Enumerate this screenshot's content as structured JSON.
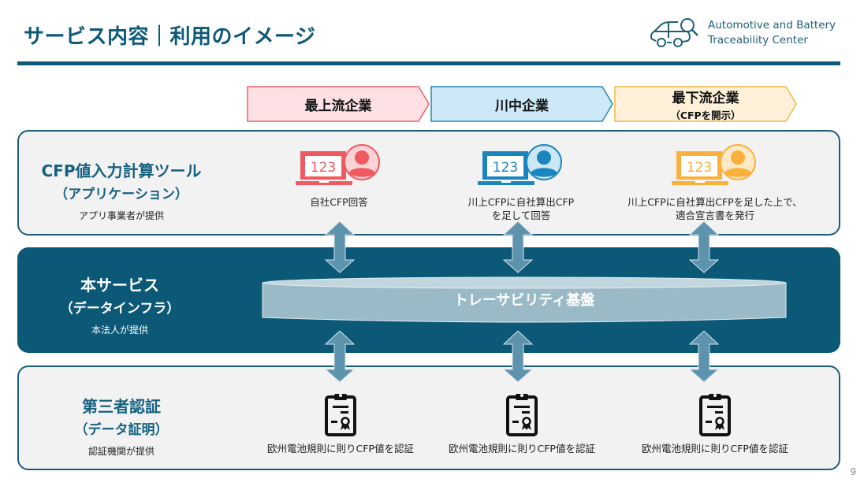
{
  "header": {
    "title": "サービス内容｜利用のイメージ",
    "logo": {
      "icon": "car-magnifier-logo-icon",
      "line1": "Automotive and Battery",
      "line2": "Traceability Center"
    }
  },
  "stages": [
    {
      "label": "最上流企業",
      "sub": "",
      "fill": "#fde0e3",
      "stroke": "#e8606a"
    },
    {
      "label": "川中企業",
      "sub": "",
      "fill": "#cde9f7",
      "stroke": "#2b86b3"
    },
    {
      "label": "最下流企業",
      "sub": "（CFPを開示）",
      "fill": "#fff1d9",
      "stroke": "#f4b942"
    }
  ],
  "rows": {
    "app": {
      "title": "CFP値入力計算ツール",
      "subtitle": "（アプリケーション）",
      "provider": "アプリ事業者が提供",
      "items": [
        {
          "icon": "laptop-user-icon",
          "number": "123",
          "color": "#f0595f",
          "light": "#fbd3d5",
          "text1": "自社CFP回答",
          "text2": ""
        },
        {
          "icon": "laptop-user-icon",
          "number": "123",
          "color": "#1a86bd",
          "light": "#c9e7f5",
          "text1": "川上CFPに自社算出CFP",
          "text2": "を足して回答"
        },
        {
          "icon": "laptop-user-icon",
          "number": "123",
          "color": "#fbb03b",
          "light": "#fde9c6",
          "text1": "川上CFPに自社算出CFPを足した上で、",
          "text2": "適合宣言書を発行"
        }
      ]
    },
    "service": {
      "title": "本サービス",
      "subtitle": "（データインフラ）",
      "provider": "本法人が提供",
      "platform": "トレーサビリティ基盤"
    },
    "cert": {
      "title": "第三者認証",
      "subtitle": "（データ証明）",
      "provider": "認証機関が提供",
      "items": [
        {
          "icon": "certificate-clipboard-icon",
          "text": "欧州電池規則に則りCFP値を認証"
        },
        {
          "icon": "certificate-clipboard-icon",
          "text": "欧州電池規則に則りCFP値を認証"
        },
        {
          "icon": "certificate-clipboard-icon",
          "text": "欧州電池規則に則りCFP値を認証"
        }
      ]
    }
  },
  "colors": {
    "primary": "#0d5a78",
    "panel_bg": "#f2f2f2",
    "arrow": "#5e93ad",
    "platform": "#9bbac7"
  },
  "page_number": "9"
}
